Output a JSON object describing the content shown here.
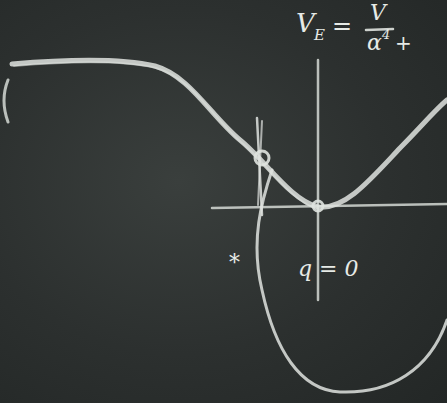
{
  "diagram": {
    "labels": [
      "V",
      "E",
      "=",
      "V",
      "α",
      "4",
      "+",
      "*",
      "q = 0"
    ]
  }
}
